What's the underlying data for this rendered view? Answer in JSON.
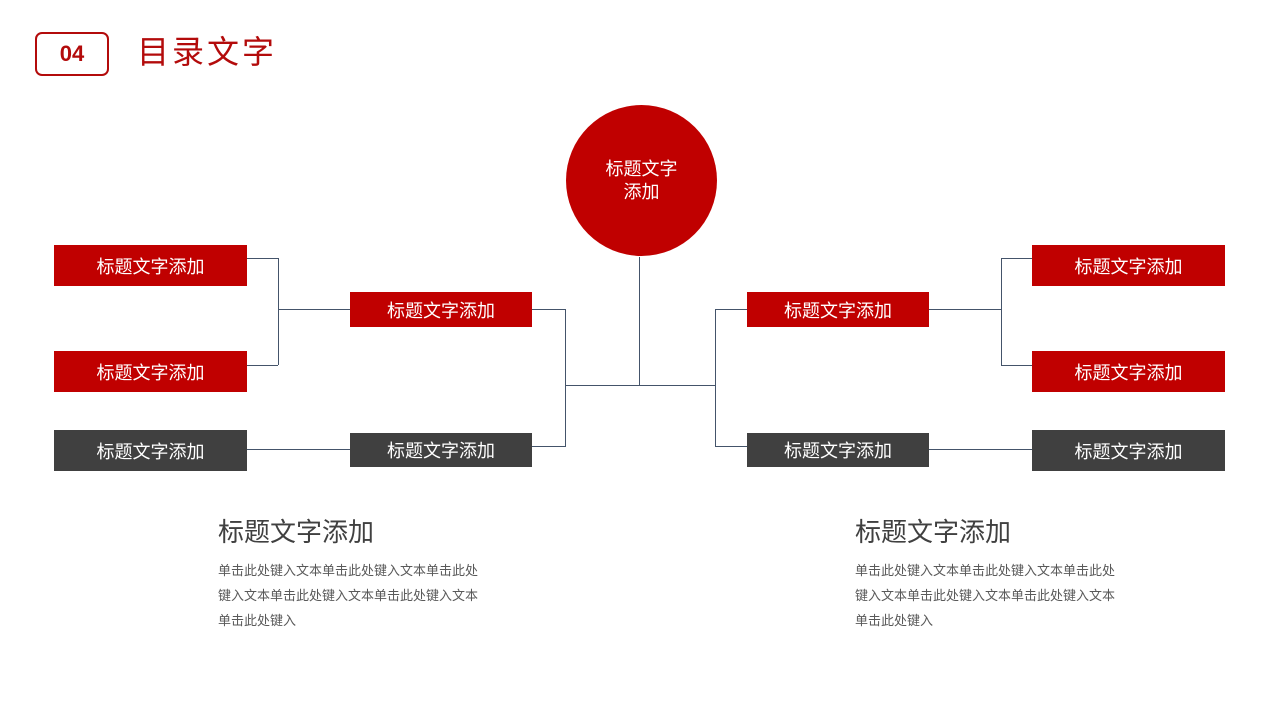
{
  "header": {
    "section_number": "04",
    "title": "目录文字"
  },
  "diagram": {
    "center_node": {
      "line1": "标题文字",
      "line2": "添加",
      "color": "#c00000"
    },
    "left": {
      "outer": [
        {
          "label": "标题文字添加",
          "color": "#c00000"
        },
        {
          "label": "标题文字添加",
          "color": "#c00000"
        },
        {
          "label": "标题文字添加",
          "color": "#404040"
        }
      ],
      "inner": [
        {
          "label": "标题文字添加",
          "color": "#c00000"
        },
        {
          "label": "标题文字添加",
          "color": "#404040"
        }
      ]
    },
    "right": {
      "inner": [
        {
          "label": "标题文字添加",
          "color": "#c00000"
        },
        {
          "label": "标题文字添加",
          "color": "#404040"
        }
      ],
      "outer": [
        {
          "label": "标题文字添加",
          "color": "#c00000"
        },
        {
          "label": "标题文字添加",
          "color": "#c00000"
        },
        {
          "label": "标题文字添加",
          "color": "#404040"
        }
      ]
    },
    "connector_color": "#44546a"
  },
  "sections": [
    {
      "title": "标题文字添加",
      "body": "单击此处键入文本单击此处键入文本单击此处键入文本单击此处键入文本单击此处键入文本单击此处键入"
    },
    {
      "title": "标题文字添加",
      "body": "单击此处键入文本单击此处键入文本单击此处键入文本单击此处键入文本单击此处键入文本单击此处键入"
    }
  ]
}
